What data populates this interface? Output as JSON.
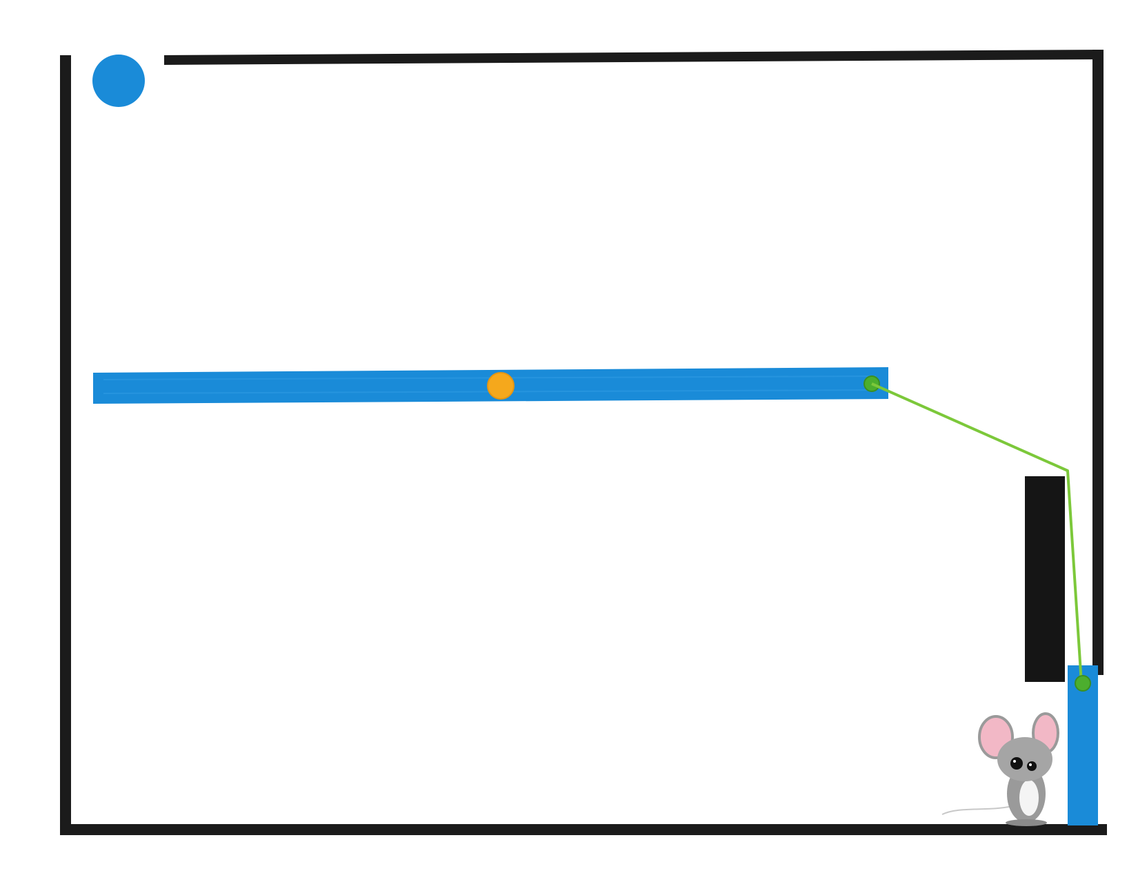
{
  "scene": {
    "type": "physics-puzzle-level",
    "background": "#ffffff",
    "walls_color": "#1b1b1b",
    "blue_color": "#1a8bd8",
    "joint_color": "#4cae2e",
    "rope_color": "#7cc83a",
    "orange_ball_color": "#f5a81c",
    "mouse_fur_color": "#9a9a9a",
    "mouse_ear_color": "#f2b8c6"
  },
  "objects": {
    "blue_ball": "blue-ball",
    "orange_ball": "orange-ball",
    "long_bar": "blue-plank",
    "pillar": "black-pillar",
    "post": "blue-post",
    "rope": "green-rope",
    "character": "mouse"
  }
}
